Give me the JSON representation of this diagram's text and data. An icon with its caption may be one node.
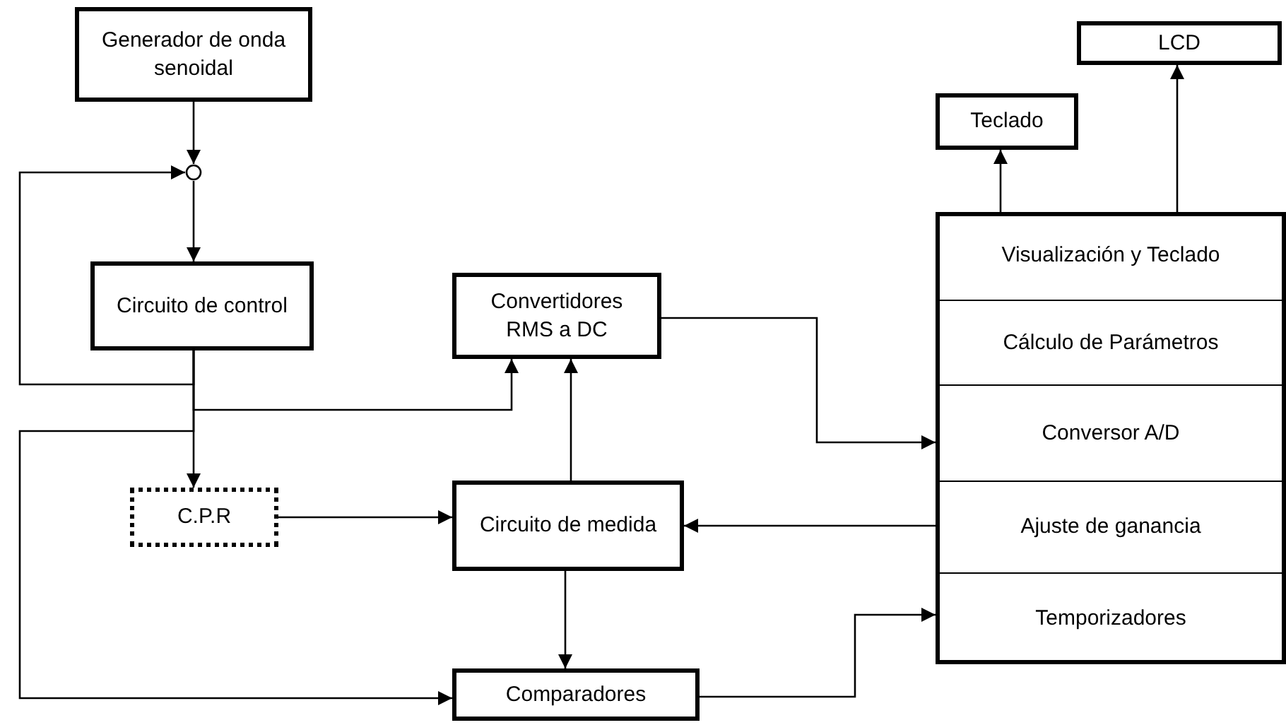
{
  "diagram": {
    "nodes": [
      {
        "text": [
          "Generador de onda senoidal"
        ]
      },
      {
        "text": [],
        "shape": "circle"
      },
      {
        "text": [
          "Circuito de control"
        ]
      },
      {
        "text": [
          "Convertidores RMS a DC"
        ]
      },
      {
        "text": [
          "C.P.R"
        ]
      },
      {
        "text": [
          "Circuito de medida"
        ]
      },
      {
        "text": [
          "Comparadores"
        ]
      },
      {
        "text": [],
        "shape": "box"
      },
      {
        "text": [
          "Visualización y Teclado"
        ],
        "in": 7
      },
      {
        "text": [
          "Cálculo de Parámetros"
        ],
        "in": 7
      },
      {
        "text": [
          "Conversor A/D"
        ],
        "in": 7
      },
      {
        "text": [
          "Ajuste de ganancia"
        ],
        "in": 7
      },
      {
        "text": [
          "Temporizadores"
        ],
        "in": 7
      },
      {
        "text": [
          "Teclado"
        ]
      },
      {
        "text": [
          "LCD"
        ]
      }
    ],
    "edges": [
      {
        "from": 0,
        "to": 1,
        "arrow": "to"
      },
      {
        "from": 2,
        "to": 1,
        "arrow": "to"
      },
      {
        "from": 1,
        "to": 2,
        "arrow": "to"
      },
      {
        "from": 2,
        "to": 3,
        "arrow": "to"
      },
      {
        "from": 2,
        "to": 4,
        "arrow": "to"
      },
      {
        "from": 2,
        "to": 6,
        "arrow": "to"
      },
      {
        "from": 4,
        "to": 5,
        "arrow": "to"
      },
      {
        "from": 5,
        "to": 3,
        "arrow": "to"
      },
      {
        "from": 3,
        "to": 10,
        "arrow": "to"
      },
      {
        "from": 11,
        "to": 5,
        "arrow": "to"
      },
      {
        "from": 5,
        "to": 6,
        "arrow": "to"
      },
      {
        "from": 6,
        "to": 12,
        "arrow": "to"
      },
      {
        "from": 8,
        "to": 13,
        "arrow": "to"
      },
      {
        "from": 8,
        "to": 14,
        "arrow": "to"
      }
    ]
  }
}
